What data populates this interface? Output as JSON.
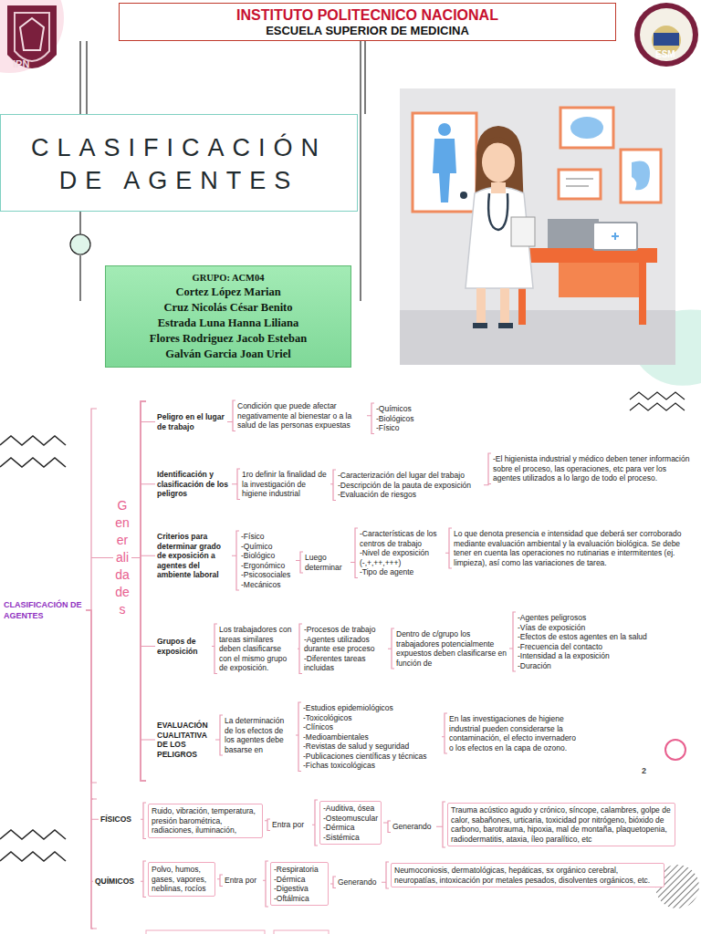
{
  "diagram": {
    "nodes": [
      {
        "text": [
          "INSTITUTO POLITECNICO NACIONAL",
          "ESCUELA SUPERIOR DE MEDICINA"
        ]
      },
      {
        "text": [
          "CLASIFICACIÓN DE AGENTES"
        ]
      },
      {
        "text": [
          "GRUPO: ACM04",
          "Cortez López Marian",
          "Cruz Nicolás César Benito",
          "Estrada Luna Hanna Liliana",
          "Flores Rodriguez Jacob Esteban",
          "Galván Garcia Joan Uriel"
        ]
      },
      {
        "text": [
          "CLASIFICACIÓN DE AGENTES"
        ]
      },
      {
        "text": [
          "Generalidades"
        ]
      },
      {
        "text": [
          "Peligro en el lugar de trabajo"
        ]
      },
      {
        "text": [
          "Condición que puede afectar negativamente al bienestar o a la salud de las personas expuestas"
        ]
      },
      {
        "text": [
          "-Químicos",
          "-Biológicos",
          "-Físico"
        ]
      },
      {
        "text": [
          "Identificación y clasificación de los peligros"
        ]
      },
      {
        "text": [
          "1ro definir la finalidad de la investigación de higiene industrial"
        ]
      },
      {
        "text": [
          "-Caracterización del lugar del trabajo",
          "-Descripción de la pauta de exposición",
          "-Evaluación de riesgos"
        ]
      },
      {
        "text": [
          "-El higienista industrial y médico deben tener información sobre el proceso, las operaciones, etc para ver los agentes utilizados a lo largo de todo el proceso."
        ]
      },
      {
        "text": [
          "Criterios para determinar grado de exposición a agentes del ambiente laboral"
        ]
      },
      {
        "text": [
          "-Físico",
          "-Químico",
          "-Biológico",
          "-Ergonómico",
          "-Psicosociales",
          "-Mecánicos"
        ]
      },
      {
        "text": [
          "Luego determinar"
        ]
      },
      {
        "text": [
          "-Características de los centros de trabajo",
          "-Nivel de exposición (-,+,++,+++)",
          "-Tipo de agente"
        ]
      },
      {
        "text": [
          "Lo que denota presencia e intensidad que deberá ser corroborado mediante evaluación ambiental y la evaluación biológica. Se debe tener en cuenta las operaciones no rutinarias e intermitentes (ej. limpieza), así como las variaciones de tarea."
        ]
      },
      {
        "text": [
          "Grupos de exposición"
        ]
      },
      {
        "text": [
          "Los trabajadores con tareas similares deben clasificarse con el mismo grupo de exposición."
        ]
      },
      {
        "text": [
          "-Procesos de trabajo",
          "-Agentes utilizados durante ese proceso",
          "-Diferentes tareas incluidas"
        ]
      },
      {
        "text": [
          "Dentro de c/grupo los trabajadores potencialmente expuestos deben clasificarse en función de"
        ]
      },
      {
        "text": [
          "-Agentes peligrosos",
          "-Vías de exposición",
          "-Efectos de estos agentes en la salud",
          "-Frecuencia del contacto",
          "-Intensidad a la exposición",
          "-Duración"
        ]
      },
      {
        "text": [
          "EVALUACIÓN CUALITATIVA DE LOS PELIGROS"
        ]
      },
      {
        "text": [
          "La determinación de los efectos de los agentes debe basarse en"
        ]
      },
      {
        "text": [
          "-Estudios epidemiológicos",
          "-Toxicológicos",
          "-Clínicos",
          "-Medioambientales",
          "-Revistas de salud y seguridad",
          "-Publicaciones científicas y técnicas",
          "-Fichas toxicológicas"
        ]
      },
      {
        "text": [
          "En las investigaciones de higiene industrial pueden considerarse la contaminación, el efecto invernadero o los efectos en la capa de ozono."
        ]
      },
      {
        "text": [
          "FÍSICOS"
        ]
      },
      {
        "text": [
          "Ruido, vibración, temperatura, presión barométrica, radiaciones, iluminación,"
        ]
      },
      {
        "text": [
          "Entra por"
        ]
      },
      {
        "text": [
          "-Auditiva, ósea",
          "-Osteomuscular",
          "-Dérmica",
          "-Sistémica"
        ]
      },
      {
        "text": [
          "Generando"
        ]
      },
      {
        "text": [
          "Trauma acústico agudo y crónico, síncope, calambres, golpe de calor, sabañones, urticaria, toxicidad por nitrógeno, bióxido de carbono, barotrauma, hipoxia, mal de montaña, plaquetopenia, radiodermatitis, ataxia, íleo paralítico, etc"
        ]
      },
      {
        "text": [
          "QUÍMICOS"
        ]
      },
      {
        "text": [
          "Polvo, humos, gases, vapores, neblinas, rocíos"
        ]
      },
      {
        "text": [
          "Entra por"
        ]
      },
      {
        "text": [
          "-Respiratoria",
          "-Dérmica",
          "-Digestiva",
          "-Oftálmica"
        ]
      },
      {
        "text": [
          "Generando"
        ]
      },
      {
        "text": [
          "Neumoconiosis, dermatológicas, hepáticas, sx orgánico cerebral, neuropatías, intoxicación por metales pesados, disolventes orgánicos, etc."
        ]
      }
    ],
    "edges": [
      {
        "from": 3,
        "to": 4,
        "arrow": "none"
      },
      {
        "from": 4,
        "to": 5,
        "arrow": "none"
      },
      {
        "from": 4,
        "to": 8,
        "arrow": "none"
      },
      {
        "from": 4,
        "to": 12,
        "arrow": "none"
      },
      {
        "from": 4,
        "to": 17,
        "arrow": "none"
      },
      {
        "from": 4,
        "to": 22,
        "arrow": "none"
      },
      {
        "from": 5,
        "to": 6,
        "arrow": "none"
      },
      {
        "from": 6,
        "to": 7,
        "arrow": "none"
      },
      {
        "from": 8,
        "to": 9,
        "arrow": "none"
      },
      {
        "from": 9,
        "to": 10,
        "arrow": "none"
      },
      {
        "from": 10,
        "to": 11,
        "arrow": "none"
      },
      {
        "from": 12,
        "to": 13,
        "arrow": "none"
      },
      {
        "from": 13,
        "to": 14,
        "arrow": "none"
      },
      {
        "from": 14,
        "to": 15,
        "arrow": "none"
      },
      {
        "from": 15,
        "to": 16,
        "arrow": "none"
      },
      {
        "from": 17,
        "to": 18,
        "arrow": "none"
      },
      {
        "from": 18,
        "to": 19,
        "arrow": "none"
      },
      {
        "from": 19,
        "to": 20,
        "arrow": "none"
      },
      {
        "from": 20,
        "to": 21,
        "arrow": "none"
      },
      {
        "from": 22,
        "to": 23,
        "arrow": "none"
      },
      {
        "from": 23,
        "to": 24,
        "arrow": "none"
      },
      {
        "from": 24,
        "to": 25,
        "arrow": "none"
      },
      {
        "from": 3,
        "to": 26,
        "arrow": "none"
      },
      {
        "from": 3,
        "to": 32,
        "arrow": "none"
      },
      {
        "from": 26,
        "to": 27,
        "arrow": "none"
      },
      {
        "from": 27,
        "to": 28,
        "arrow": "none"
      },
      {
        "from": 28,
        "to": 29,
        "arrow": "none"
      },
      {
        "from": 29,
        "to": 30,
        "arrow": "none"
      },
      {
        "from": 30,
        "to": 31,
        "arrow": "none"
      },
      {
        "from": 32,
        "to": 33,
        "arrow": "none"
      },
      {
        "from": 33,
        "to": 34,
        "arrow": "none"
      },
      {
        "from": 34,
        "to": 35,
        "arrow": "none"
      },
      {
        "from": 35,
        "to": 36,
        "arrow": "none"
      },
      {
        "from": 36,
        "to": 37,
        "arrow": "none"
      }
    ],
    "labels": [
      "IPN",
      "IPN",
      "ESM",
      "2"
    ]
  }
}
